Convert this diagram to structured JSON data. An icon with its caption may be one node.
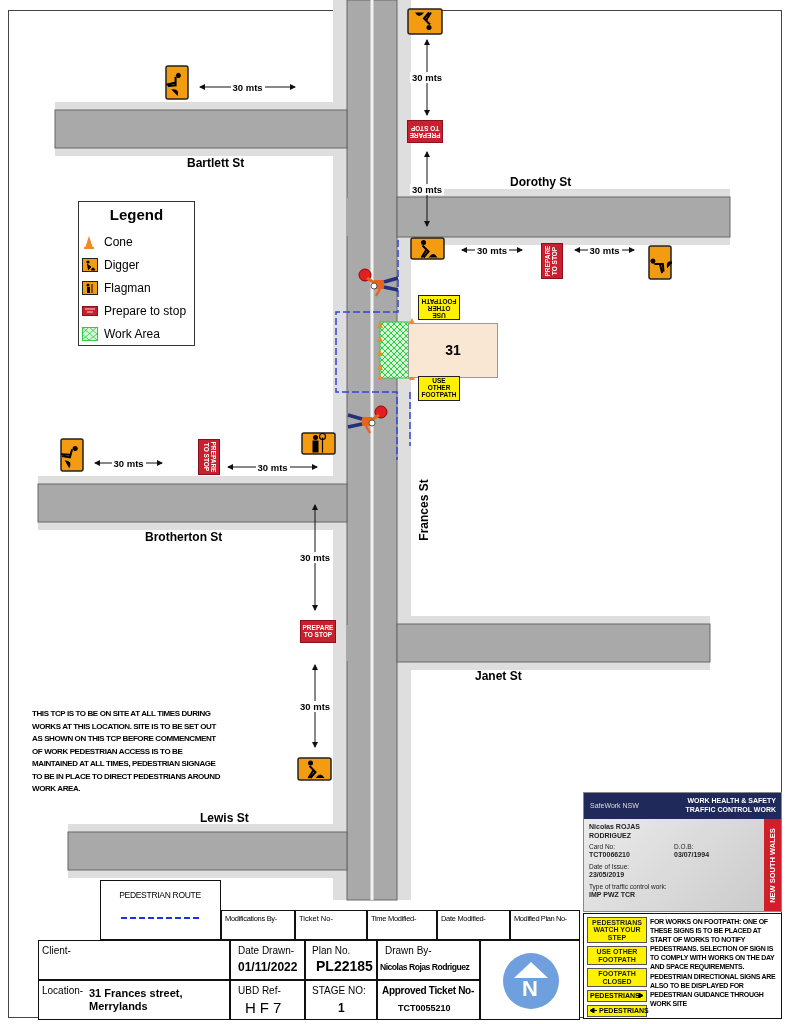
{
  "diagram": {
    "nodes": [
      {
        "text": [
          "PREPARE TO STOP"
        ]
      },
      {
        "text": [
          "PREPARE TO STOP"
        ]
      },
      {
        "text": [
          "USE OTHER FOOTPATH"
        ]
      },
      {
        "text": [
          "31"
        ]
      },
      {
        "text": [
          "USE OTHER FOOTPATH"
        ]
      },
      {
        "text": [
          "PREPARE TO STOP"
        ]
      },
      {
        "text": [
          "PREPARE TO STOP"
        ]
      },
      {
        "text": [
          "N"
        ]
      },
      {
        "text": [
          "PEDESTRIANS WATCH YOUR STEP"
        ]
      },
      {
        "text": [
          "USE OTHER FOOTPATH"
        ]
      },
      {
        "text": [
          "FOOTPATH CLOSED"
        ]
      },
      {
        "text": [
          "PEDESTRIANS"
        ]
      },
      {
        "text": [
          "PEDESTRIANS"
        ]
      },
      {
        "text": [
          "SafeWork NSW",
          "WORK HEALTH & SAFETY TRAFFIC CONTROL WORK",
          "Nicolas ROJAS RODRIGUEZ",
          "Card No:",
          "TCT0066210",
          "D.O.B:",
          "03/07/1994",
          "Date of Issue:",
          "23/05/2019",
          "Type of traffic control work:",
          "IMP PWZ TCR",
          "NEW SOUTH WALES"
        ]
      }
    ],
    "labels": [
      "30 mts",
      "30 mts",
      "Bartlett St",
      "30 mts",
      "Dorothy St",
      "Legend",
      "30 mts",
      "30 mts",
      "30 mts",
      "30 mts",
      "Frances St",
      "Brotherton St",
      "30 mts",
      "Janet St",
      "30 mts",
      "THIS TCP IS TO BE ON SITE AT ALL TIMES DURING WORKS AT THIS LOCATION. SITE IS TO BE SET OUT AS SHOWN ON THIS TCP BEFORE COMMENCMENT OF WORK PEDESTRIAN ACCESS IS TO BE MAINTAINED AT ALL TIMES, PEDESTRIAN SIGNAGE TO BE IN PLACE TO DIRECT PEDESTRIANS AROUND WORK AREA.",
      "Lewis St",
      "Modifications By-",
      "Ticket No-",
      "Time Modified-",
      "Date Modified-",
      "Modified Plan No-",
      "Client-",
      "Date Drawn-",
      "01/11/2022",
      "Plan No.",
      "PL22185",
      "Drawn By-",
      "Nicolas Rojas Rodriguez",
      "Location-",
      "31 Frances street, Merrylands",
      "UBD Ref-",
      "HF7",
      "STAGE NO:",
      "1",
      "Approved Ticket No-",
      "TCT0055210",
      "FOR WORKS ON FOOTPATH: ONE OF THESE SIGNS IS TO BE PLACED AT START OF WORKS TO NOTIFY PEDESTRIANS. SELECTION OF SIGN IS TO COMPLY WITH WORKS ON THE DAY AND SPACE REQUIREMENTS. PEDESTRIAN DIRECTIONAL SIGNS ARE ALSO TO BE DISPLAYED FOR PEDESTRIAN GUIDANCE THROUGH WORK SITE"
    ],
    "legend": [
      {
        "text": "Cone"
      },
      {
        "text": "Digger"
      },
      {
        "text": "Flagman"
      },
      {
        "text": "Prepare to stop"
      },
      {
        "text": "Work Area"
      },
      {
        "text": "PEDESTRIAN ROUTE"
      }
    ]
  }
}
